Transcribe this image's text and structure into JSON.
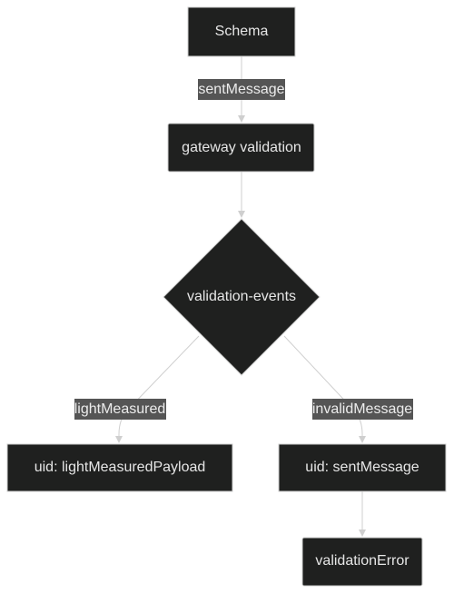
{
  "nodes": {
    "schema": "Schema",
    "gateway": "gateway validation",
    "decision": "validation-events",
    "light_payload": "uid: lightMeasuredPayload",
    "sent_message": "uid: sentMessage",
    "validation_error": "validationError"
  },
  "edges": {
    "schema_to_gateway": "sentMessage",
    "decision_to_light": "lightMeasured",
    "decision_to_sent": "invalidMessage"
  },
  "colors": {
    "node_fill": "#1f201f",
    "node_stroke": "#cfcfcf",
    "edge": "#cfcfcf",
    "edge_label_bg": "#555555",
    "text": "#e6e6e6"
  }
}
